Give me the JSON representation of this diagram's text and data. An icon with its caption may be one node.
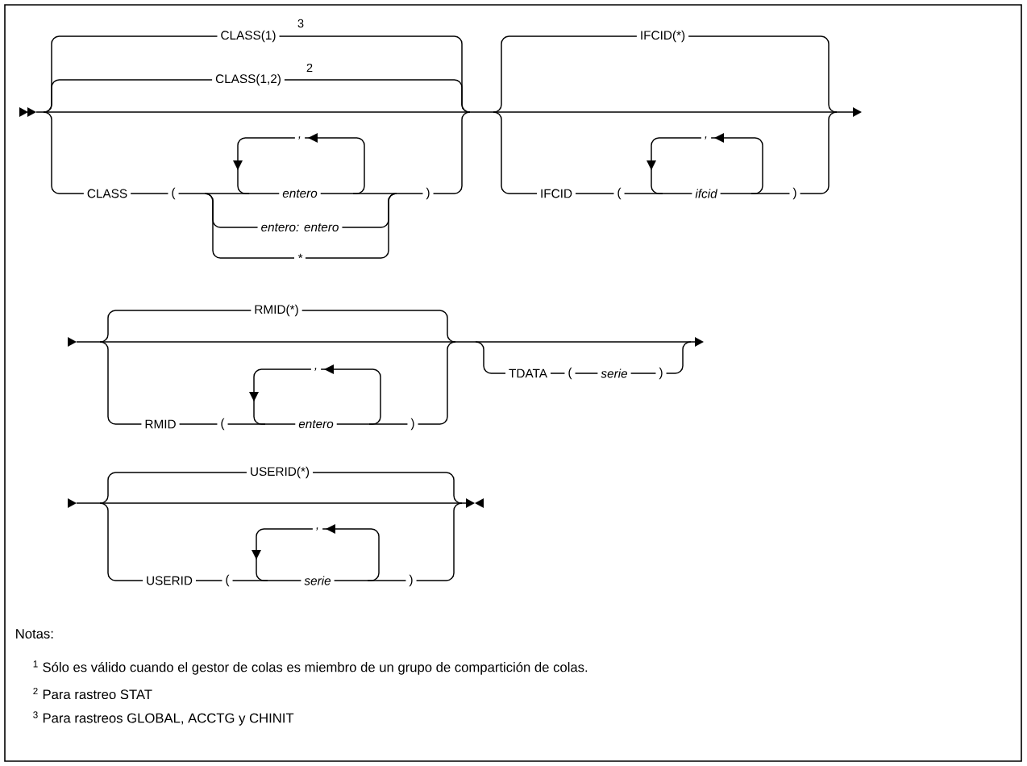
{
  "diagram": {
    "labels": [
      "3",
      "CLASS(1)",
      "IFCID(*)",
      "2",
      "CLASS(1,2)",
      ",",
      ",",
      "CLASS",
      "(",
      "entero",
      ")",
      "IFCID",
      "(",
      "ifcid",
      ")",
      "entero: entero",
      "*",
      "RMID(*)",
      ",",
      "RMID",
      "(",
      "entero",
      ")",
      "TDATA",
      "(",
      "serie",
      ")",
      "USERID(*)",
      ",",
      "USERID",
      "(",
      "serie",
      ")",
      "Notas:",
      "$^{1}$ Sólo es válido cuando el gestor de colas es miembro de un grupo de compartición de colas.",
      "$^{2}$ Para rastreo STAT",
      "$^{3}$ Para rastreos GLOBAL, ACCTG y CHINIT"
    ]
  }
}
